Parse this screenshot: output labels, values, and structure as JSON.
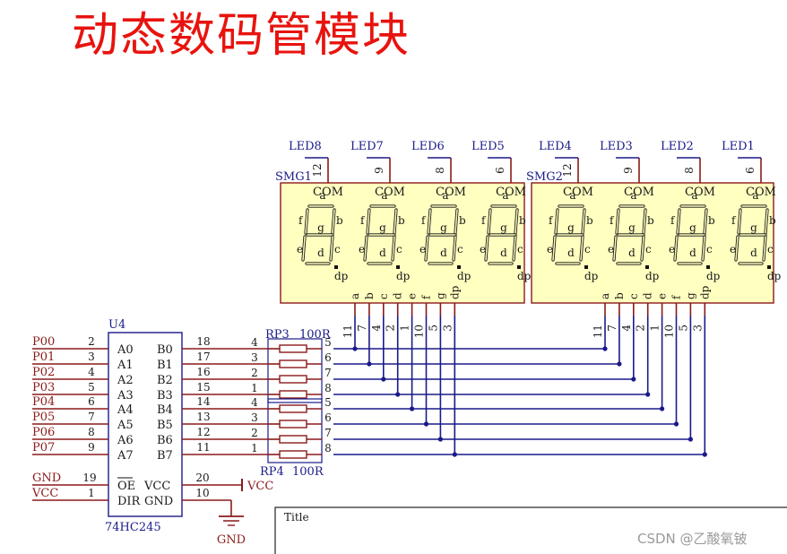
{
  "heading": "动态数码管模块",
  "watermark": "CSDN @乙酸氧铍",
  "display1": {
    "ref": "SMG1",
    "com_label": "COM",
    "digit_leds": [
      "LED8",
      "LED7",
      "LED6",
      "LED5"
    ],
    "com_pins": [
      "12",
      "9",
      "8",
      "6"
    ]
  },
  "display2": {
    "ref": "SMG2",
    "com_label": "COM",
    "digit_leds": [
      "LED4",
      "LED3",
      "LED2",
      "LED1"
    ],
    "com_pins": [
      "12",
      "9",
      "8",
      "6"
    ]
  },
  "segment_letters": [
    "a",
    "b",
    "c",
    "d",
    "e",
    "f",
    "g",
    "dp"
  ],
  "segment_pin_labels": [
    "a",
    "b",
    "c",
    "d",
    "e",
    "f",
    "g",
    "dp"
  ],
  "segment_pins": [
    "11",
    "7",
    "4",
    "2",
    "1",
    "10",
    "5",
    "3"
  ],
  "buffer": {
    "ref": "U4",
    "part": "74HC245",
    "a_pins": [
      "A0",
      "A1",
      "A2",
      "A3",
      "A4",
      "A5",
      "A6",
      "A7"
    ],
    "b_pins": [
      "B0",
      "B1",
      "B2",
      "B3",
      "B4",
      "B5",
      "B6",
      "B7"
    ],
    "a_pin_numbers": [
      "2",
      "3",
      "4",
      "5",
      "6",
      "7",
      "8",
      "9"
    ],
    "b_pin_numbers": [
      "18",
      "17",
      "16",
      "15",
      "14",
      "13",
      "12",
      "11"
    ],
    "oe": "OE",
    "dir": "DIR",
    "vcc_pin": "VCC",
    "gnd_pin": "GND",
    "oe_pin_number": "19",
    "dir_pin_number": "1",
    "vcc_pin_number": "20",
    "gnd_pin_number": "10"
  },
  "inputs": [
    "P00",
    "P01",
    "P02",
    "P03",
    "P04",
    "P05",
    "P06",
    "P07"
  ],
  "power": {
    "gnd_net": "GND",
    "vcc_net": "VCC",
    "vcc_port": "VCC",
    "gnd_symbol": "GND"
  },
  "resistors": [
    {
      "ref": "RP3",
      "value": "100R",
      "left_pins": [
        "4",
        "3",
        "2",
        "1"
      ],
      "right_pins": [
        "5",
        "6",
        "7",
        "8"
      ]
    },
    {
      "ref": "RP4",
      "value": "100R",
      "left_pins": [
        "4",
        "3",
        "2",
        "1"
      ],
      "right_pins": [
        "5",
        "6",
        "7",
        "8"
      ]
    }
  ],
  "title_block": {
    "label": "Title"
  },
  "colors": {
    "heading": "#e8130e",
    "body": "#ffffc0",
    "wire": "#1a1a8a",
    "part": "#8b1a1a"
  }
}
